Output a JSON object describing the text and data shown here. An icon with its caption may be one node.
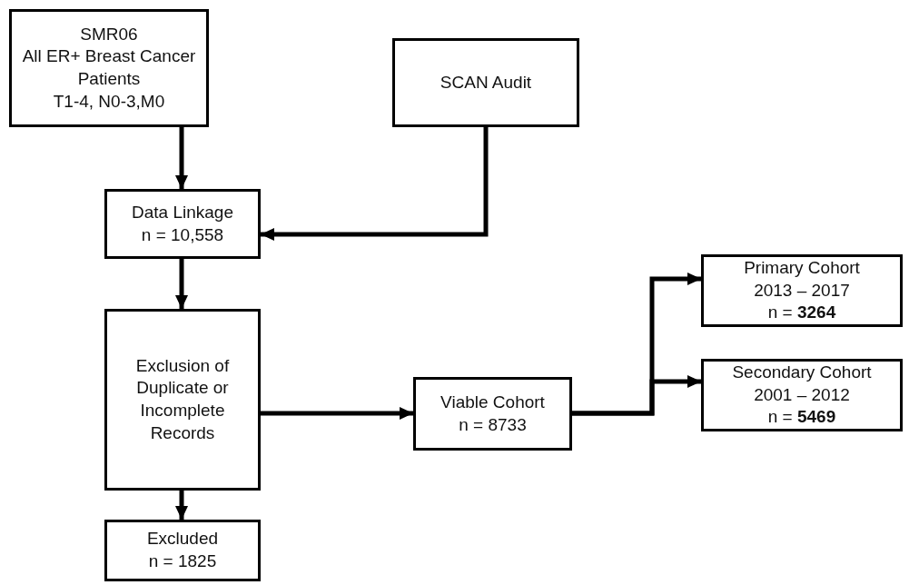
{
  "diagram": {
    "nodes": [
      {
        "text": [
          "SMR06",
          "All ER+ Breast Cancer Patients",
          "T1-4, N0-3,M0"
        ]
      },
      {
        "text": [
          "SCAN Audit"
        ]
      },
      {
        "text": [
          "Data Linkage",
          "n = 10,558"
        ]
      },
      {
        "text": [
          "Exclusion of Duplicate or Incomplete Records"
        ]
      },
      {
        "text": [
          "Excluded",
          "n = 1825"
        ]
      },
      {
        "text": [
          "Viable Cohort",
          "n = 8733"
        ]
      },
      {
        "text": [
          "Primary Cohort",
          "2013 – 2017",
          "n = **3264**"
        ]
      },
      {
        "text": [
          "Secondary Cohort",
          "2001 – 2012",
          "n = **5469**"
        ]
      }
    ],
    "edges": [
      {
        "from": 0,
        "to": 2,
        "arrow": "to"
      },
      {
        "from": 1,
        "to": 2,
        "arrow": "to"
      },
      {
        "from": 2,
        "to": 3,
        "arrow": "to"
      },
      {
        "from": 3,
        "to": 4,
        "arrow": "to"
      },
      {
        "from": 3,
        "to": 5,
        "arrow": "to"
      },
      {
        "from": 5,
        "to": 6,
        "arrow": "to"
      },
      {
        "from": 5,
        "to": 7,
        "arrow": "to"
      }
    ]
  }
}
